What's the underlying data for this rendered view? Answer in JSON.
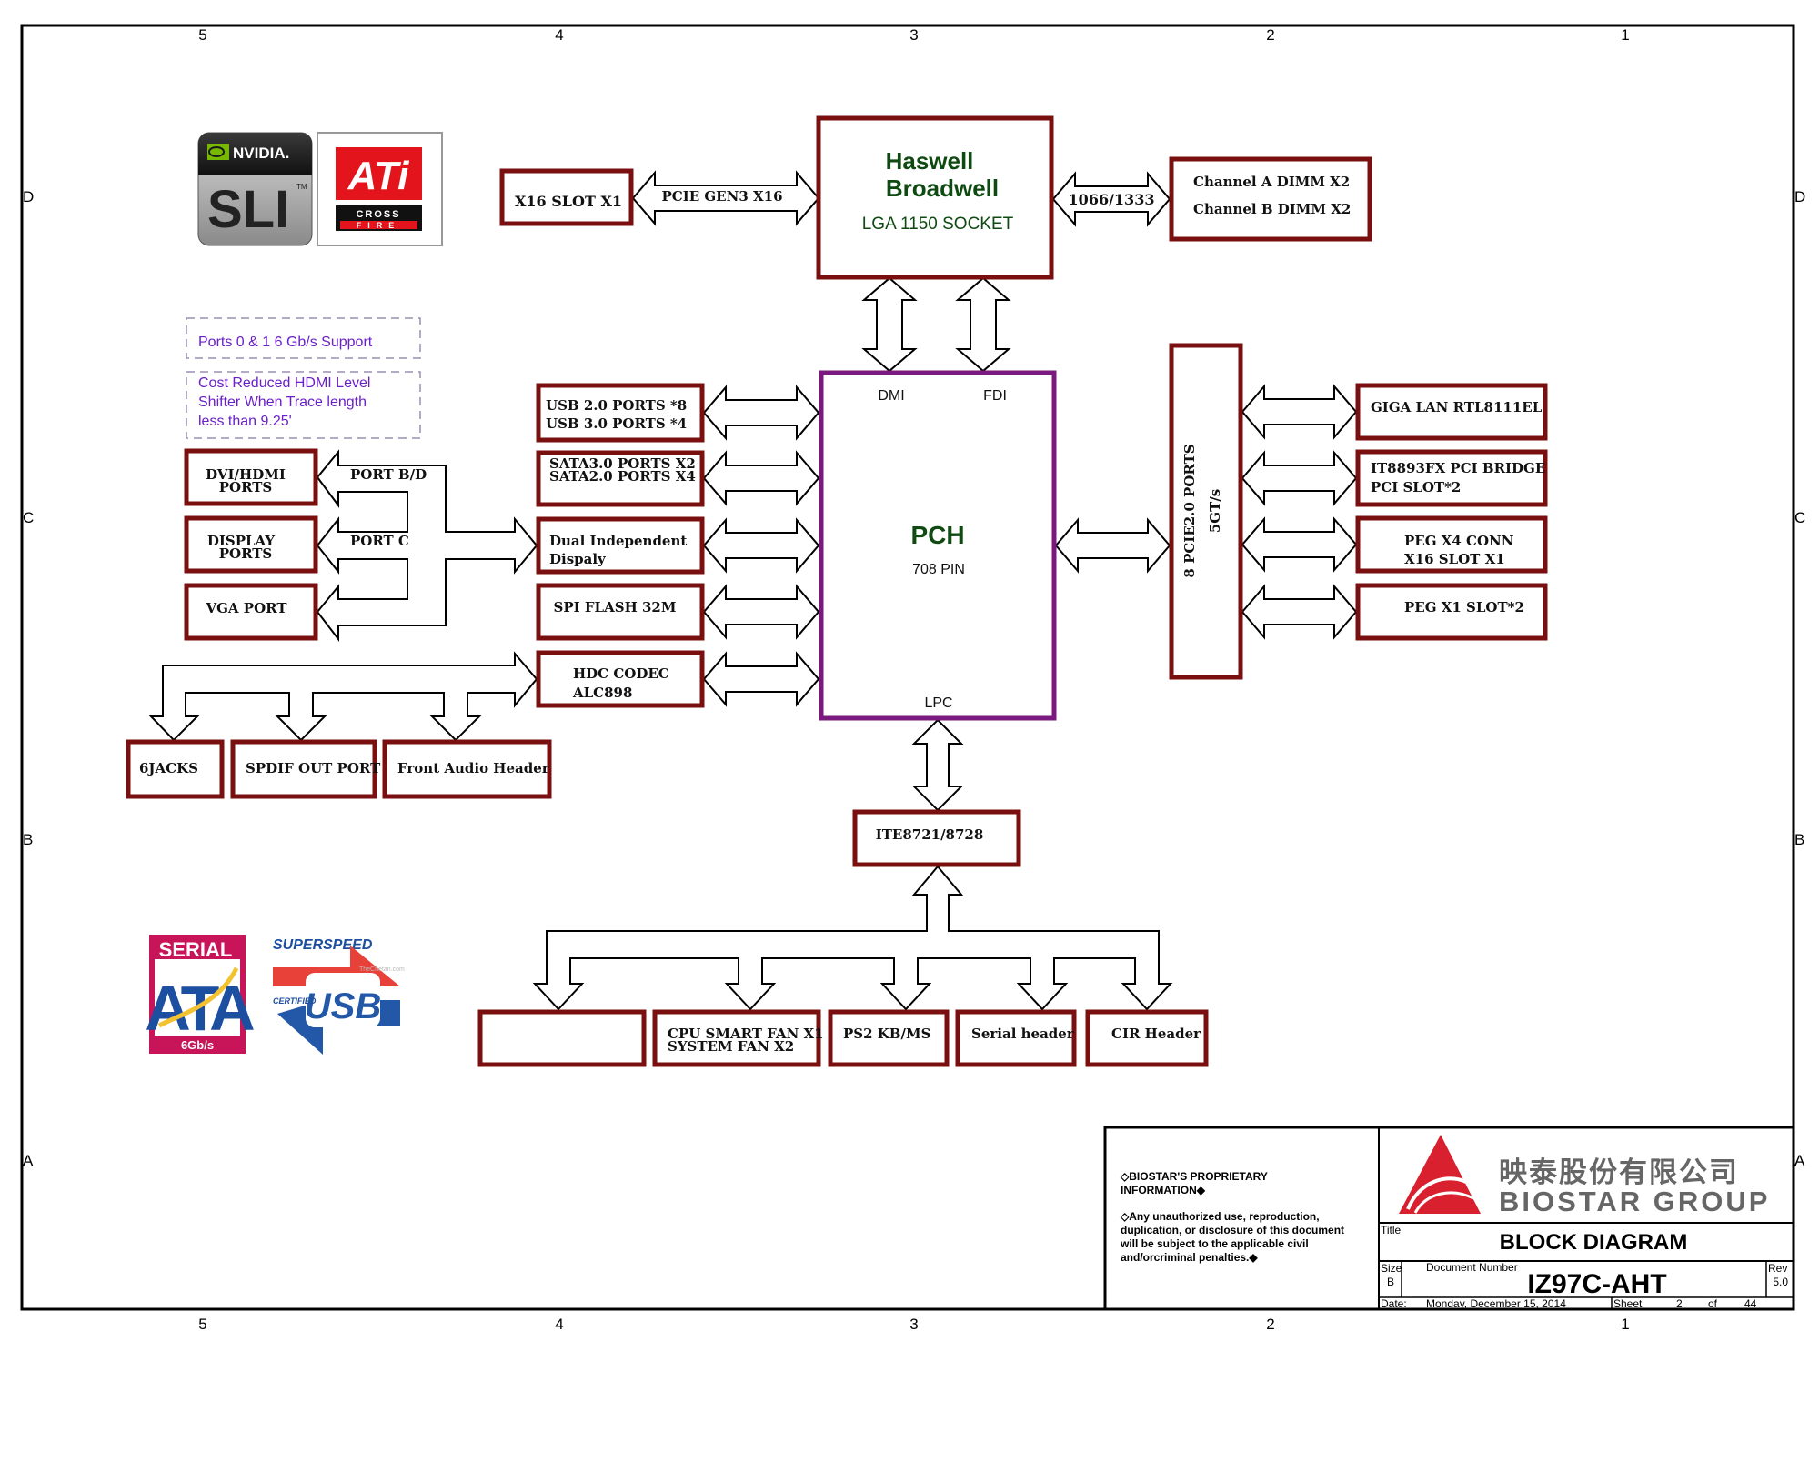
{
  "frame": {
    "col_labels": [
      "5",
      "4",
      "3",
      "2",
      "1"
    ],
    "row_labels": [
      "D",
      "C",
      "B",
      "A"
    ]
  },
  "logos": {
    "nvidia": {
      "brand": "NVIDIA.",
      "product": "SLI",
      "tm": "TM"
    },
    "ati": {
      "brand": "ATi",
      "line1": "CROSS",
      "line2": "FIRE"
    },
    "sata": {
      "top": "SERIAL",
      "main": "ATA",
      "speed": "6Gb/s"
    },
    "usb": {
      "top": "SUPERSPEED",
      "left": "CERTIFIED",
      "main": "USB",
      "watermark": "TheChetan.com"
    }
  },
  "notes": [
    {
      "lines": [
        "Ports 0 & 1 6 Gb/s Support"
      ]
    },
    {
      "lines": [
        "Cost Reduced HDMI Level",
        "Shifter When Trace length",
        "less than 9.25'"
      ]
    }
  ],
  "cpu": {
    "lines": [
      "Haswell",
      "Broadwell"
    ],
    "socket": "LGA 1150 SOCKET",
    "text_color": "#0f4a12"
  },
  "pcie_link": "PCIE GEN3 X16",
  "x16_slot": "X16 SLOT X1",
  "mem_link": "1066/1333",
  "dimm": [
    "Channel A DIMM X2",
    "Channel B DIMM X2"
  ],
  "pch": {
    "title": "PCH",
    "pins": "708 PIN",
    "dmi": "DMI",
    "fdi": "FDI",
    "lpc": "LPC",
    "border_color": "#7b1a7e"
  },
  "pch_left_blocks": [
    {
      "lines": [
        "USB 2.0 PORTS *8",
        "USB 3.0 PORTS *4"
      ]
    },
    {
      "lines": [
        "SATA3.0 PORTS X2",
        "SATA2.0 PORTS X4"
      ]
    },
    {
      "lines": [
        "Dual Independent",
        "Dispaly"
      ]
    },
    {
      "lines": [
        "SPI FLASH 32M"
      ]
    },
    {
      "lines": [
        "HDC CODEC",
        "ALC898"
      ]
    }
  ],
  "display_ports": [
    {
      "lines": [
        "DVI/HDMI",
        "PORTS"
      ]
    },
    {
      "lines": [
        "DISPLAY",
        "PORTS"
      ]
    },
    {
      "lines": [
        "VGA PORT"
      ]
    }
  ],
  "display_links": [
    "PORT B/D",
    "PORT C"
  ],
  "audio_outputs": [
    "6JACKS",
    "SPDIF OUT PORT",
    "Front Audio Header"
  ],
  "pcie_bus": {
    "line1": "8 PCIE2.0 PORTS",
    "line2": "5GT/s"
  },
  "pcie_devices": [
    {
      "lines": [
        "GIGA LAN RTL8111EL"
      ]
    },
    {
      "lines": [
        "IT8893FX PCI BRIDGE",
        "PCI SLOT*2"
      ]
    },
    {
      "lines": [
        "PEG X4 CONN",
        "X16 SLOT X1"
      ]
    },
    {
      "lines": [
        "PEG X1 SLOT*2"
      ]
    }
  ],
  "superio": "ITE8721/8728",
  "superio_outputs": [
    {
      "lines": [
        ""
      ]
    },
    {
      "lines": [
        "CPU SMART FAN X1",
        "SYSTEM FAN X2"
      ]
    },
    {
      "lines": [
        "PS2 KB/MS"
      ]
    },
    {
      "lines": [
        "Serial header"
      ]
    },
    {
      "lines": [
        "CIR Header"
      ]
    }
  ],
  "title_block": {
    "notice": [
      "◇BIOSTAR'S PROPRIETARY",
      "INFORMATION◆",
      "",
      "◇Any unauthorized use, reproduction,",
      "duplication, or disclosure of this document",
      "will be subject to the applicable civil",
      "and/orcriminal penalties.◆"
    ],
    "company_cn": "映泰股份有限公司",
    "company_en": "BIOSTAR GROUP",
    "title_label": "Title",
    "title": "BLOCK DIAGRAM",
    "size_label": "Size",
    "size": "B",
    "docnum_label": "Document Number",
    "docnum": "IZ97C-AHT",
    "rev_label": "Rev",
    "rev": "5.0",
    "date_label": "Date:",
    "date": "Monday, December 15, 2014",
    "sheet_label": "Sheet",
    "sheet": "2",
    "of_label": "of",
    "sheets_total": "44",
    "logo_color": "#d8202e"
  }
}
